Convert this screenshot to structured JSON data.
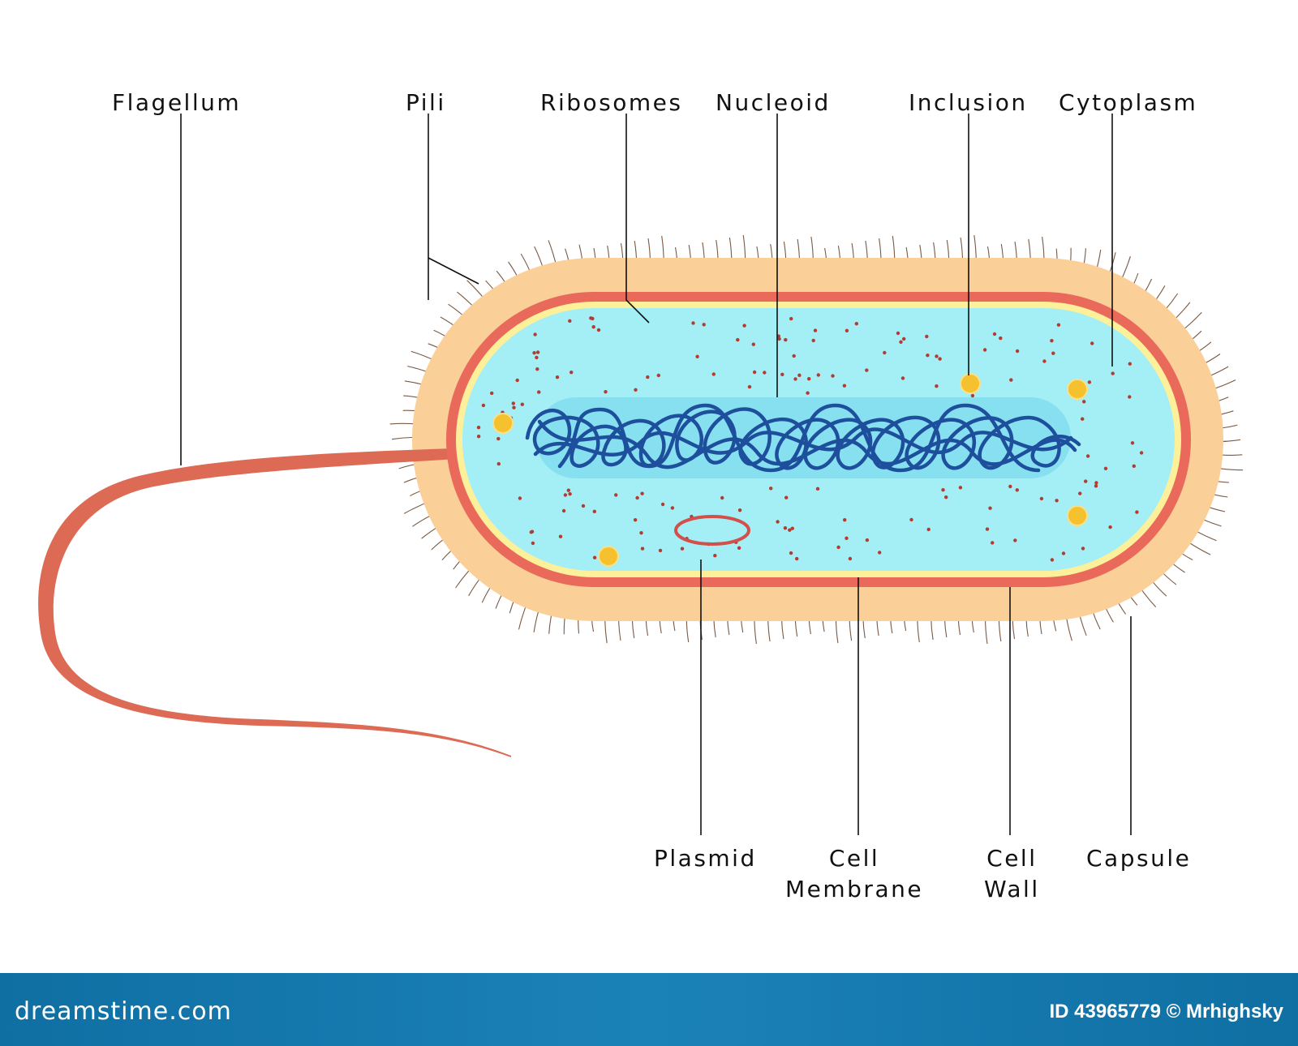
{
  "labels": {
    "flagellum": "Flagellum",
    "pili": "Pili",
    "ribosomes": "Ribosomes",
    "nucleoid": "Nucleoid",
    "inclusion": "Inclusion",
    "cytoplasm": "Cytoplasm",
    "plasmid": "Plasmid",
    "cell_membrane_1": "Cell",
    "cell_membrane_2": "Membrane",
    "cell_wall_1": "Cell",
    "cell_wall_2": "Wall",
    "capsule": "Capsule"
  },
  "footer": {
    "site": "dreamstime.com",
    "image_id": "ID 43965779",
    "author": "© Mrhighsky"
  },
  "colors": {
    "capsule": "#fbcf98",
    "cell_wall": "#e9695a",
    "cell_membrane": "#fdf09a",
    "cytoplasm": "#a4eef6",
    "nucleoid_band": "#7fdcef",
    "nucleoid": "#1e4f9c",
    "ribosome": "#b53a30",
    "inclusion": "#f6c12f",
    "flagellum": "#dc6a55",
    "pili": "#7a5a44",
    "plasmid": "#d2504a",
    "footer": "#1478ad"
  }
}
